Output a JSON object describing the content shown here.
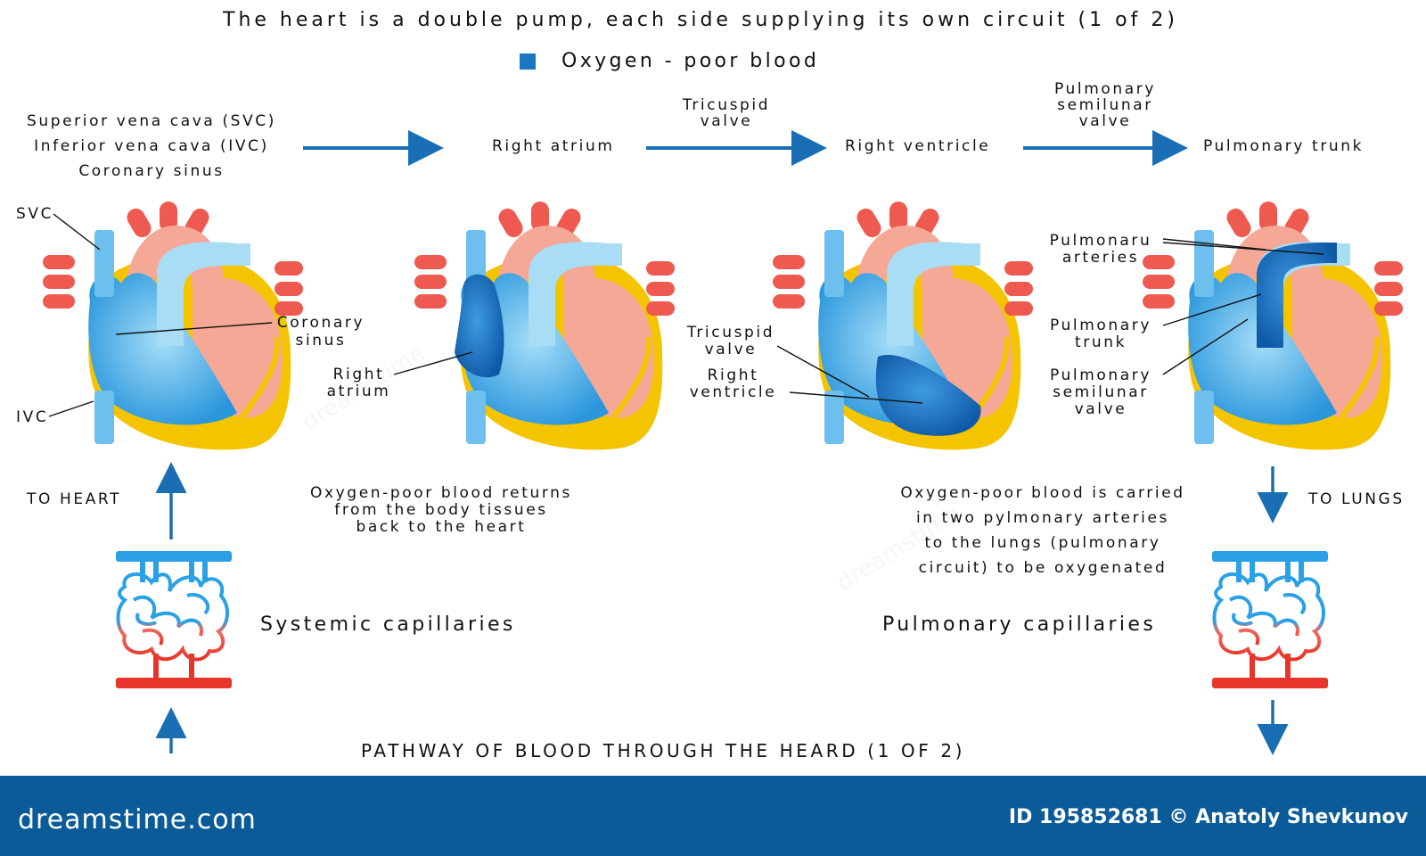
{
  "header": {
    "title": "The heart is a double pump, each side supplying its own circuit  (1 of 2)",
    "legend_label": "Oxygen - poor blood",
    "legend_color": "#1a78c2"
  },
  "flow": {
    "sources": [
      "Superior vena cava (SVC)",
      "Inferior vena cava (IVC)",
      "Coronary sinus"
    ],
    "tricuspid_valve_line1": "Tricuspid",
    "tricuspid_valve_line2": "valve",
    "pulmonary_valve_line1": "Pulmonary",
    "pulmonary_valve_line2": "semilunar",
    "pulmonary_valve_line3": "valve",
    "right_atrium": "Right atrium",
    "right_ventricle": "Right ventricle",
    "pulmonary_trunk": "Pulmonary trunk"
  },
  "labels": {
    "svc": "SVC",
    "ivc": "IVC",
    "coronary_line1": "Coronary",
    "coronary_line2": "sinus",
    "right_atrium_line1": "Right",
    "right_atrium_line2": "atrium",
    "tricuspid_line1": "Tricuspid",
    "tricuspid_line2": "valve",
    "right_ventricle_line1": "Right",
    "right_ventricle_line2": "ventricle",
    "pulm_arteries_line1": "Pulmonaru",
    "pulm_arteries_line2": "arteries",
    "pulm_trunk_line1": "Pulmonary",
    "pulm_trunk_line2": "trunk",
    "pulm_valve_line1": "Pulmonary",
    "pulm_valve_line2": "semilunar",
    "pulm_valve_line3": "valve"
  },
  "captions": {
    "to_heart": "TO HEART",
    "to_lungs": "TO LUNGS",
    "returns": [
      "Oxygen-poor blood  returns",
      "from the body tissues",
      "back to the heart"
    ],
    "carried": [
      "Oxygen-poor blood is  carried",
      "in  two pylmonary arteries",
      "to the lungs (pulmonary",
      "circuit) to be oxygenated"
    ],
    "systemic": "Systemic capillaries",
    "pulmonary": "Pulmonary capillaries",
    "pathway": "PATHWAY OF BLOOD THROUGH THE HEARD (1 OF 2)"
  },
  "footer": {
    "brand": "dreamstime.com",
    "credit": "ID 195852681 © Anatoly Shevkunov"
  },
  "colors": {
    "arrow": "#1a6fb4",
    "blood_blue": "#2a96dc",
    "pale_blue": "#a9dcf5",
    "dark_blue": "#1468b6",
    "red_vessel": "#ee5a4f",
    "heart_pink": "#f5a896",
    "yellow_wall": "#f4c400",
    "footer": "#0a5b97"
  }
}
